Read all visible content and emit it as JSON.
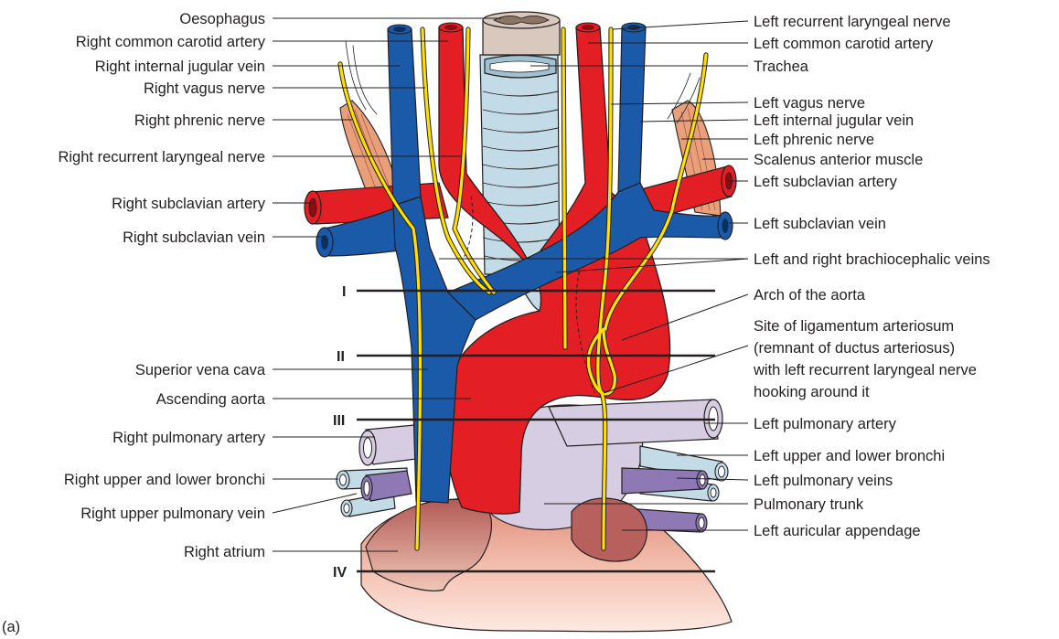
{
  "figure": {
    "panel_label": "(a)",
    "labels_left": [
      "Oesophagus",
      "Right common carotid artery",
      "Right internal jugular vein",
      "Right vagus nerve",
      "Right phrenic nerve",
      "Right recurrent laryngeal nerve",
      "Right subclavian artery",
      "Right subclavian vein",
      "Superior vena cava",
      "Ascending aorta",
      "Right pulmonary artery",
      "Right upper and lower bronchi",
      "Right upper pulmonary vein",
      "Right atrium"
    ],
    "labels_right": [
      "Left recurrent laryngeal nerve",
      "Left common carotid artery",
      "Trachea",
      "Left vagus nerve",
      "Left internal jugular vein",
      "Left phrenic nerve",
      "Scalenus anterior muscle",
      "Left subclavian artery",
      "Left subclavian vein",
      "Left and right brachiocephalic veins",
      "Arch of the aorta",
      "Site of ligamentum arteriosum",
      "(remnant of ductus arteriosus)",
      "with left recurrent laryngeal nerve",
      "hooking around it",
      "Left pulmonary artery",
      "Left upper and lower bronchi",
      "Left pulmonary veins",
      "Pulmonary trunk",
      "Left auricular appendage"
    ],
    "levels": [
      "I",
      "II",
      "III",
      "IV"
    ],
    "colors": {
      "artery": "#e31e24",
      "vein": "#1a5aa8",
      "nerve": "#ffe000",
      "pulmonary_artery": "#d7cde3",
      "pulmonary_vein": "#8e79b5",
      "trachea": "#c3dbe6",
      "muscle": "#e9a07a",
      "oesophagus": "#d8c8bd",
      "atrium": "#e8a08a",
      "auricle": "#b8605e"
    }
  }
}
